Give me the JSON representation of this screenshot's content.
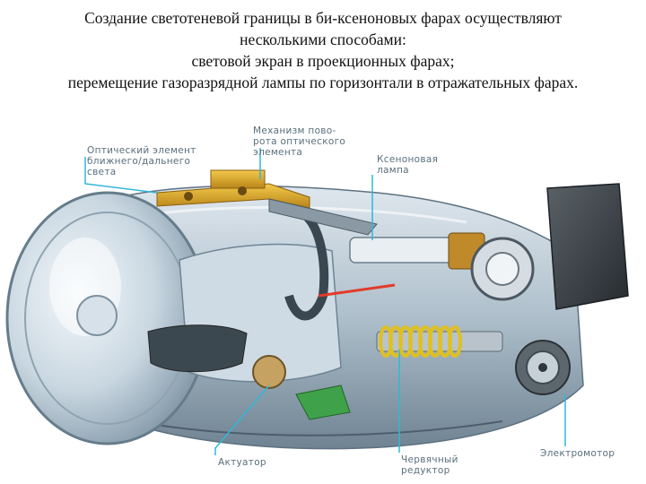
{
  "heading": {
    "line1": "Создание светотеневой границы в би-ксеноновых фарах осуществляют",
    "line2": "несколькими способами:",
    "line3": "световой экран в проекционных фарах;",
    "line4": "перемещение газоразрядной лампы по горизонтали в отражательных фарах."
  },
  "callouts": {
    "optical_element": "Оптический элемент\nближнего/дальнего\nсвета",
    "rotation_mechanism": "Механизм пово-\nрота оптического\nэлемента",
    "xenon_lamp": "Ксеноновая\nлампа",
    "actuator": "Актуатор",
    "worm_gear": "Червячный\nредуктор",
    "electric_motor": "Электромотор"
  },
  "colors": {
    "callout_text": "#5a6f7c",
    "leader_line": "#2fb7d9",
    "housing": "#aebfcb",
    "bracket": "#e3a224",
    "spring": "#e0c020",
    "motor_block": "#3a4146"
  }
}
